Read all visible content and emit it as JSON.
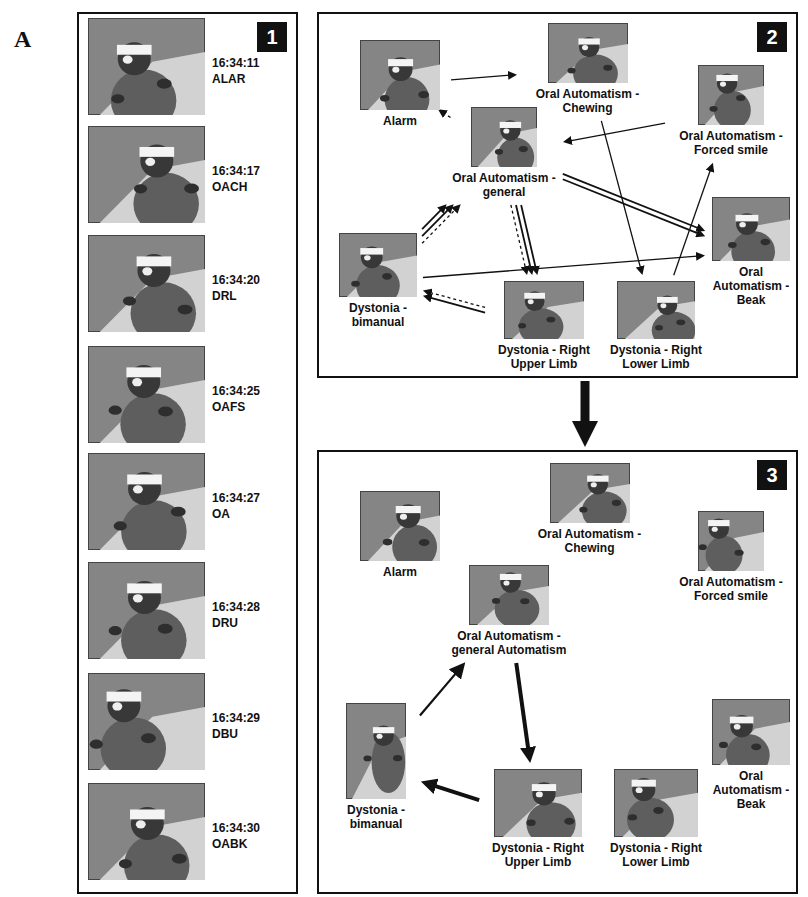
{
  "diagram": {
    "nodes": [
      {
        "text": [
          "1"
        ]
      },
      {
        "text": [
          "16:34:11",
          "ALAR"
        ],
        "in": 0
      },
      {
        "text": [
          "16:34:17",
          "OACH"
        ],
        "in": 0
      },
      {
        "text": [
          "16:34:20",
          "DRL"
        ],
        "in": 0
      },
      {
        "text": [
          "16:34:25",
          "OAFS"
        ],
        "in": 0
      },
      {
        "text": [
          "16:34:27",
          "OA"
        ],
        "in": 0
      },
      {
        "text": [
          "16:34:28",
          "DRU"
        ],
        "in": 0
      },
      {
        "text": [
          "16:34:29",
          "DBU"
        ],
        "in": 0
      },
      {
        "text": [
          "16:34:30",
          "OABK"
        ],
        "in": 0
      },
      {
        "text": [
          "2"
        ]
      },
      {
        "text": [
          "Alarm"
        ],
        "in": 9
      },
      {
        "text": [
          "Oral Automatism - Chewing"
        ],
        "in": 9
      },
      {
        "text": [
          "Oral Automatism - Forced smile"
        ],
        "in": 9
      },
      {
        "text": [
          "Oral Automatism - general"
        ],
        "in": 9
      },
      {
        "text": [
          "Dystonia - bimanual"
        ],
        "in": 9
      },
      {
        "text": [
          "Oral Automatism - Beak"
        ],
        "in": 9
      },
      {
        "text": [
          "Dystonia - Right Upper Limb"
        ],
        "in": 9
      },
      {
        "text": [
          "Dystonia - Right Lower Limb"
        ],
        "in": 9
      },
      {
        "text": [
          "3"
        ]
      },
      {
        "text": [
          "Alarm"
        ],
        "in": 18
      },
      {
        "text": [
          "Oral Automatism - Chewing"
        ],
        "in": 18
      },
      {
        "text": [
          "Oral Automatism - Forced smile"
        ],
        "in": 18
      },
      {
        "text": [
          "Oral Automatism - general Automatism"
        ],
        "in": 18
      },
      {
        "text": [
          "Dystonia - bimanual"
        ],
        "in": 18
      },
      {
        "text": [
          "Oral Automatism - Beak"
        ],
        "in": 18
      },
      {
        "text": [
          "Dystonia - Right Upper Limb"
        ],
        "in": 18
      },
      {
        "text": [
          "Dystonia - Right Lower Limb"
        ],
        "in": 18
      }
    ],
    "edges": [
      {
        "from": 10,
        "to": 11,
        "arrow": "to"
      },
      {
        "from": 10,
        "to": 13,
        "arrow": "to"
      },
      {
        "from": 11,
        "to": 17,
        "arrow": "to"
      },
      {
        "from": 12,
        "to": 13,
        "arrow": "to"
      },
      {
        "from": 13,
        "to": 15,
        "arrow": "to"
      },
      {
        "from": 13,
        "to": 15,
        "arrow": "to"
      },
      {
        "from": 14,
        "to": 13,
        "arrow": "to"
      },
      {
        "from": 14,
        "to": 13,
        "arrow": "to"
      },
      {
        "from": 14,
        "to": 13,
        "arrow": "to"
      },
      {
        "from": 14,
        "to": 15,
        "arrow": "to"
      },
      {
        "from": 13,
        "to": 16,
        "arrow": "to"
      },
      {
        "from": 13,
        "to": 16,
        "arrow": "to"
      },
      {
        "from": 13,
        "to": 16,
        "arrow": "to"
      },
      {
        "from": 16,
        "to": 14,
        "arrow": "to"
      },
      {
        "from": 16,
        "to": 14,
        "arrow": "to"
      },
      {
        "from": 17,
        "to": 12,
        "arrow": "to"
      },
      {
        "from": 9,
        "to": 18,
        "arrow": "to"
      },
      {
        "from": 23,
        "to": 22,
        "arrow": "to"
      },
      {
        "from": 22,
        "to": 25,
        "arrow": "to"
      },
      {
        "from": 25,
        "to": 23,
        "arrow": "to"
      }
    ],
    "labels": [
      "A"
    ]
  }
}
